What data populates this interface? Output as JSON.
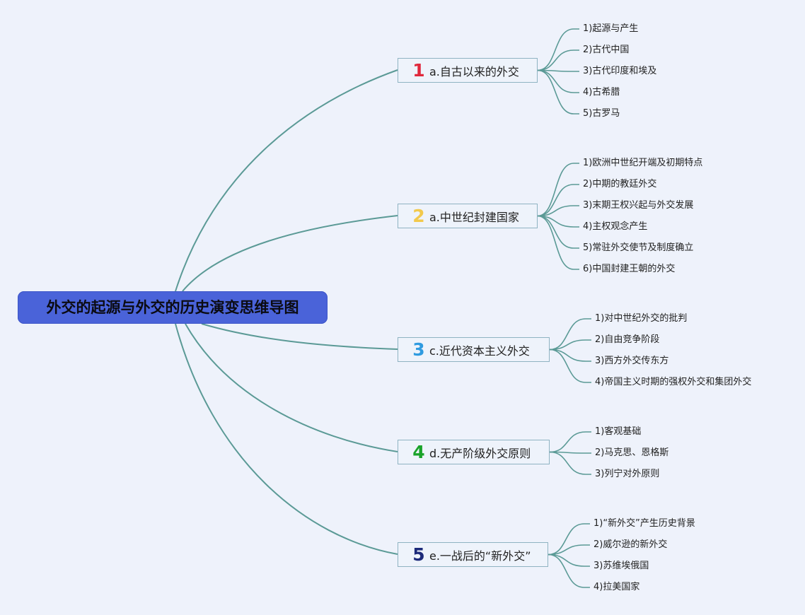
{
  "root": {
    "label": "外交的起源与外交的历史演变思维导图"
  },
  "colors": {
    "line": "#5b9a96",
    "num1": "#e0283c",
    "num2": "#f2c94c",
    "num3": "#2f9be0",
    "num4": "#1aa32a",
    "num5": "#1c2a7a"
  },
  "branches": [
    {
      "num": "1",
      "label": "a.自古以来的外交",
      "children": [
        "1)起源与产生",
        "2)古代中国",
        "3)古代印度和埃及",
        "4)古希腊",
        "5)古罗马"
      ]
    },
    {
      "num": "2",
      "label": "a.中世纪封建国家",
      "children": [
        "1)欧洲中世纪开端及初期特点",
        "2)中期的教廷外交",
        "3)末期王权兴起与外交发展",
        "4)主权观念产生",
        "5)常驻外交使节及制度确立",
        "6)中国封建王朝的外交"
      ]
    },
    {
      "num": "3",
      "label": "c.近代资本主义外交",
      "children": [
        "1)对中世纪外交的批判",
        "2)自由竞争阶段",
        "3)西方外交传东方",
        "4)帝国主义时期的强权外交和集团外交"
      ]
    },
    {
      "num": "4",
      "label": "d.无产阶级外交原则",
      "children": [
        "1)客观基础",
        "2)马克思、恩格斯",
        "3)列宁对外原则"
      ]
    },
    {
      "num": "5",
      "label": "e.一战后的“新外交”",
      "children": [
        "1)“新外交”产生历史背景",
        "2)威尔逊的新外交",
        "3)苏维埃俄国",
        "4)拉美国家"
      ]
    }
  ]
}
